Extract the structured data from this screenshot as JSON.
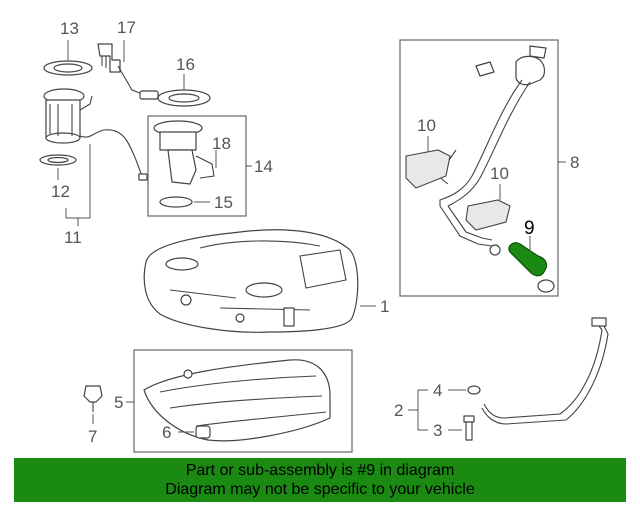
{
  "callouts": {
    "c1": "1",
    "c2": "2",
    "c3": "3",
    "c4": "4",
    "c5": "5",
    "c6": "6",
    "c7": "7",
    "c8": "8",
    "c9": "9",
    "c10a": "10",
    "c10b": "10",
    "c11": "11",
    "c12": "12",
    "c13": "13",
    "c14": "14",
    "c15": "15",
    "c16": "16",
    "c17": "17",
    "c18": "18"
  },
  "highlighted_callout": "9",
  "colors": {
    "highlight": "#1a8a12",
    "banner": "#1a8a12"
  },
  "banner": {
    "line1": "Part or sub-assembly is #9 in diagram",
    "line2": "Diagram may not be specific to your vehicle"
  }
}
